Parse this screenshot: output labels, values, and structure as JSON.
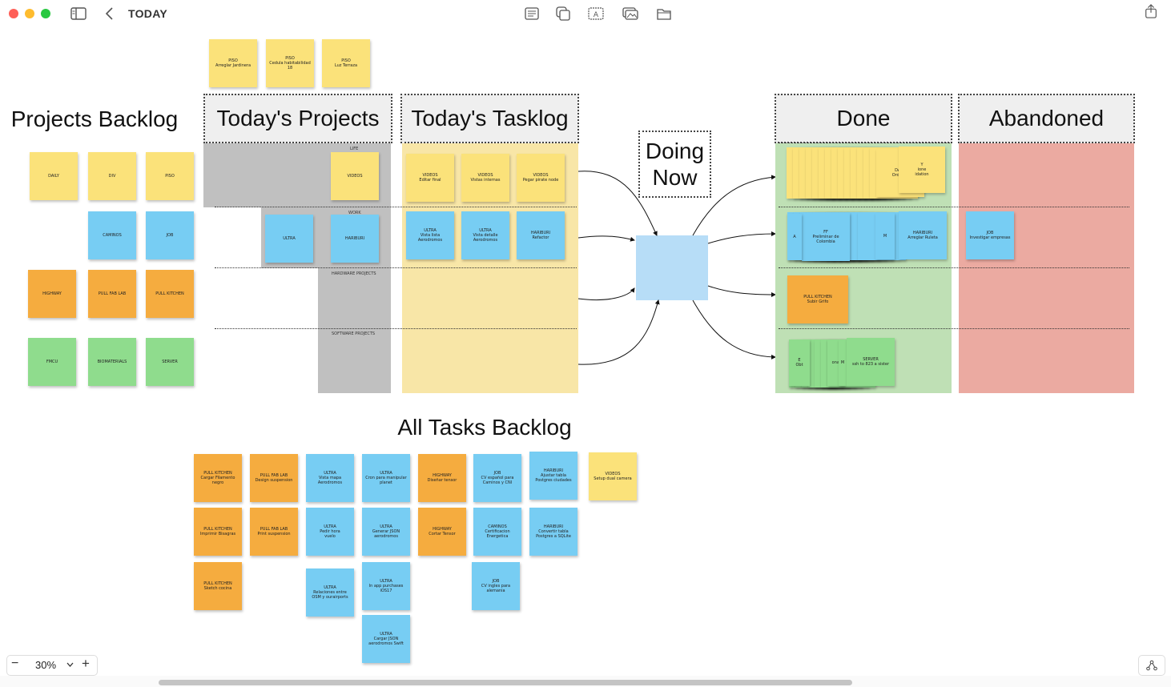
{
  "window": {
    "title": "TODAY"
  },
  "colors": {
    "yellow": "#fbe27a",
    "blue": "#77cdf3",
    "orange": "#f5ac3f",
    "green": "#8fdc8d",
    "gray": "#c0c0c0",
    "done": "#bfe0b5",
    "abandoned": "#ebaaa1",
    "tasklog": "#f8e6a7",
    "doing": "#b7ddf7"
  },
  "toolbar": {
    "icons": [
      "sidebar-icon",
      "back-icon",
      "text-icon",
      "shapes-icon",
      "textbox-icon",
      "media-icon",
      "folder-icon",
      "share-icon"
    ]
  },
  "sections": {
    "projects_backlog": "Projects Backlog",
    "todays_projects": "Today's Projects",
    "todays_tasklog": "Today's Tasklog",
    "doing_now": "Doing\nNow",
    "done": "Done",
    "abandoned": "Abandoned",
    "all_tasks_backlog": "All Tasks Backlog"
  },
  "row_labels": {
    "life": "LIFE",
    "work": "WORK",
    "hardware": "HARDWARE PROJECTS",
    "software": "SOFTWARE PROJECTS"
  },
  "top_notes": [
    {
      "text": "PISO\nArreglar Jardinera"
    },
    {
      "text": "PISO\nCedula habitabilidad\n18"
    },
    {
      "text": "PISO\nLuz Terraza"
    }
  ],
  "projects_backlog": [
    {
      "text": "DAILY"
    },
    {
      "text": "DIV"
    },
    {
      "text": "PISO"
    },
    {
      "text": "CAMINOS"
    },
    {
      "text": "JOB"
    },
    {
      "text": "HIGHWAY"
    },
    {
      "text": "PULL FAB LAB"
    },
    {
      "text": "PULL KITCHEN"
    },
    {
      "text": "FMCU"
    },
    {
      "text": "BIOMATERIALS"
    },
    {
      "text": "SERVER"
    }
  ],
  "todays_projects": [
    {
      "text": "VIDEOS"
    },
    {
      "text": "ULTRA"
    },
    {
      "text": "HARIBURI"
    }
  ],
  "tasklog": [
    {
      "text": "VIDEOS\nEditar final"
    },
    {
      "text": "VIDEOS\nVistas internas"
    },
    {
      "text": "VIDEOS\nPegar pirate node"
    },
    {
      "text": "ULTRA\nVista lista\nAerodromos"
    },
    {
      "text": "ULTRA\nVista detalle\nAerodromos"
    },
    {
      "text": "HARIBURI\nRefactor"
    }
  ],
  "done": [
    {
      "text": "DAILY\nOrdenar"
    },
    {
      "text": "Y\nione\nidation"
    },
    {
      "text": "FF\nPreliminar de\nColombia"
    },
    {
      "text": "HARIBURI\nArreglar Ruleta"
    },
    {
      "text": "A"
    },
    {
      "text": "M"
    },
    {
      "text": "PULL KITCHEN\nSubir Grifo"
    },
    {
      "text": "E\nObt"
    },
    {
      "text": "onal"
    },
    {
      "text": "M"
    },
    {
      "text": "SERVER\nssh to 823 a sister"
    }
  ],
  "abandoned": [
    {
      "text": "JOB\nInvestigar empresas"
    }
  ],
  "all_tasks": [
    {
      "text": "PULL KITCHEN\nCargar Filamento\nnegro"
    },
    {
      "text": "PULL FAB LAB\nDesign suspension"
    },
    {
      "text": "ULTRA\nVista mapa\nAerodromos"
    },
    {
      "text": "ULTRA\nCron para manipular\nplanet"
    },
    {
      "text": "HIGHWAY\nDiseñar tensor"
    },
    {
      "text": "JOB\nCV español para\nCaminos y CNI"
    },
    {
      "text": "HARIBURI\nAjustar tabla\nPostgres ciudades"
    },
    {
      "text": "VIDEOS\nSetup dual camera"
    },
    {
      "text": "PULL KITCHEN\nImprimir Bisagras"
    },
    {
      "text": "PULL FAB LAB\nPrint suspension"
    },
    {
      "text": "ULTRA\nPedir hora\nvuelo"
    },
    {
      "text": "ULTRA\nGenerar JSON\naerodromos"
    },
    {
      "text": "HIGHWAY\nCortar Tensor"
    },
    {
      "text": "CAMINOS\nCertificacion\nEnergetica"
    },
    {
      "text": "HARIBURI\nConvertir tabla\nPostgres a SQLite"
    },
    {
      "text": "PULL KITCHEN\nSketch cocina"
    },
    {
      "text": "ULTRA\nRelaciones entre\nOSM y ourairports"
    },
    {
      "text": "ULTRA\nIn app purchases\niOS17"
    },
    {
      "text": "JOB\nCV ingles para\nalemania"
    },
    {
      "text": "ULTRA\nCargar JSON\naerodromos Swift"
    }
  ],
  "zoom": {
    "value": "30%",
    "minus": "−",
    "plus": "+"
  }
}
